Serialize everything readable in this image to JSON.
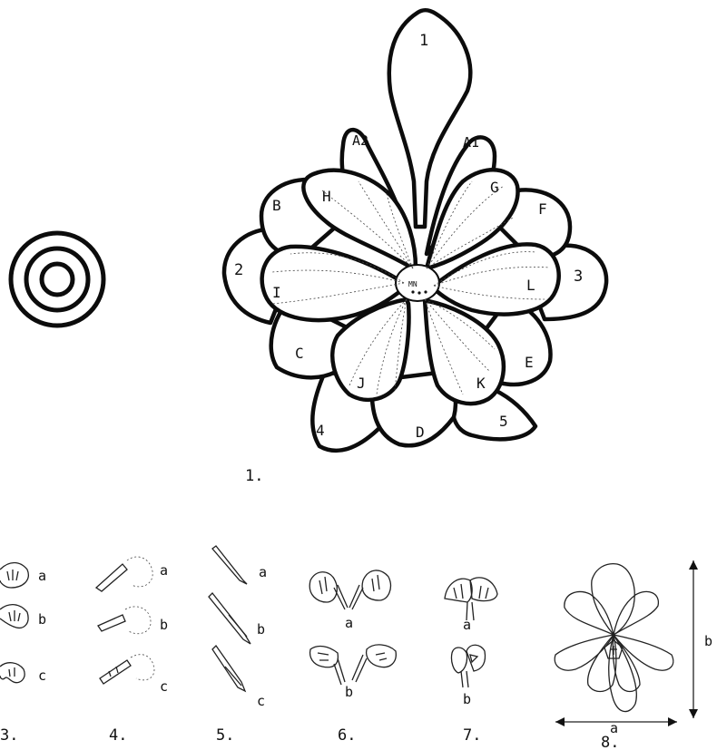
{
  "main_figure": {
    "caption": "1.",
    "petal_labels": {
      "one_top": "1",
      "A2": "A2",
      "A1": "A1",
      "B": "B",
      "H": "H",
      "G": "G",
      "F": "F",
      "two": "2",
      "three": "3",
      "I": "I",
      "L": "L",
      "C": "C",
      "E": "E",
      "J": "J",
      "K": "K",
      "four": "4",
      "D": "D",
      "five": "5",
      "center": "MN"
    }
  },
  "figure3": {
    "caption": "3.",
    "labels": [
      "a",
      "b",
      "c"
    ]
  },
  "figure4": {
    "caption": "4.",
    "labels": [
      "a",
      "b",
      "c"
    ]
  },
  "figure5": {
    "caption": "5.",
    "labels": [
      "a",
      "b",
      "c"
    ]
  },
  "figure6": {
    "caption": "6.",
    "labels": [
      "a",
      "b"
    ]
  },
  "figure7": {
    "caption": "7.",
    "labels": [
      "a",
      "b"
    ]
  },
  "figure8": {
    "caption": "8.",
    "width_label": "a",
    "height_label": "b"
  }
}
